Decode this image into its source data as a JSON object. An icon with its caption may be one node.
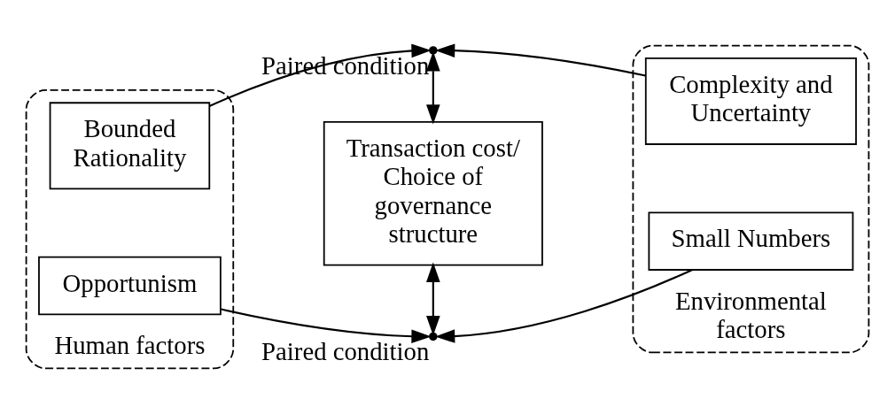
{
  "diagram": {
    "nodes": [
      {
        "text": [
          "Human factors"
        ]
      },
      {
        "text": [
          "Bounded Rationality"
        ],
        "in": 0
      },
      {
        "text": [
          "Opportunism"
        ],
        "in": 0
      },
      {
        "text": [
          "Environmental factors"
        ]
      },
      {
        "text": [
          "Complexity and Uncertainty"
        ],
        "in": 3
      },
      {
        "text": [
          "Small Numbers"
        ],
        "in": 3
      },
      {
        "text": [
          "Transaction cost/ Choice of governance structure"
        ]
      },
      {
        "text": [],
        "shape": "point",
        "beside": [
          "Paired condition"
        ]
      },
      {
        "text": [],
        "shape": "point",
        "beside": [
          "Paired condition"
        ]
      }
    ],
    "edges": [
      {
        "from": 1,
        "to": 7,
        "arrow": "to"
      },
      {
        "from": 4,
        "to": 7,
        "arrow": "to"
      },
      {
        "from": 7,
        "to": 6,
        "arrow": "both"
      },
      {
        "from": 2,
        "to": 8,
        "arrow": "to"
      },
      {
        "from": 5,
        "to": 8,
        "arrow": "to"
      },
      {
        "from": 8,
        "to": 6,
        "arrow": "both"
      }
    ]
  }
}
